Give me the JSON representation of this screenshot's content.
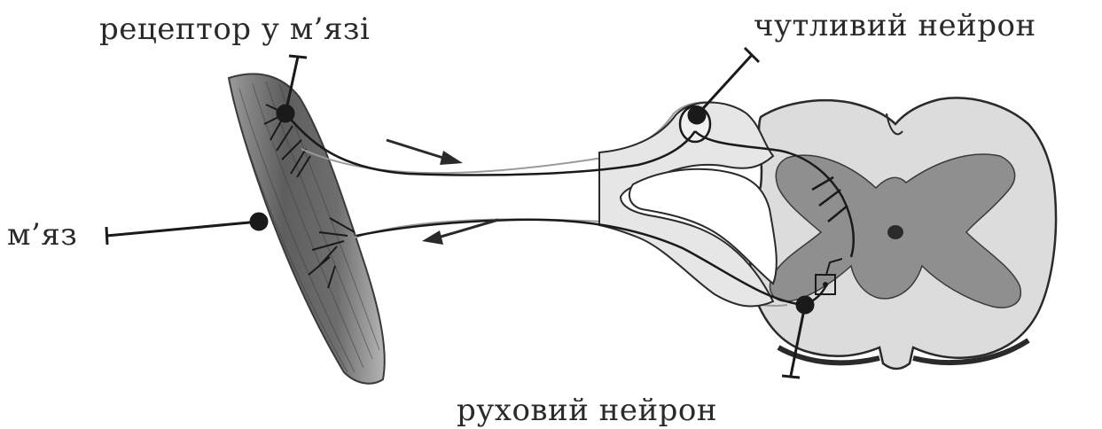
{
  "labels": {
    "receptor": "рецептор у м’язі",
    "sensory_neuron": "чутливий нейрон",
    "muscle": "м’яз",
    "motor_neuron": "руховий нейрон"
  },
  "colors": {
    "background": "#ffffff",
    "white_matter": "#d9d9d9",
    "grey_matter": "#8c8c8c",
    "muscle": "#5a5a5a",
    "outline": "#2a2a2a"
  }
}
